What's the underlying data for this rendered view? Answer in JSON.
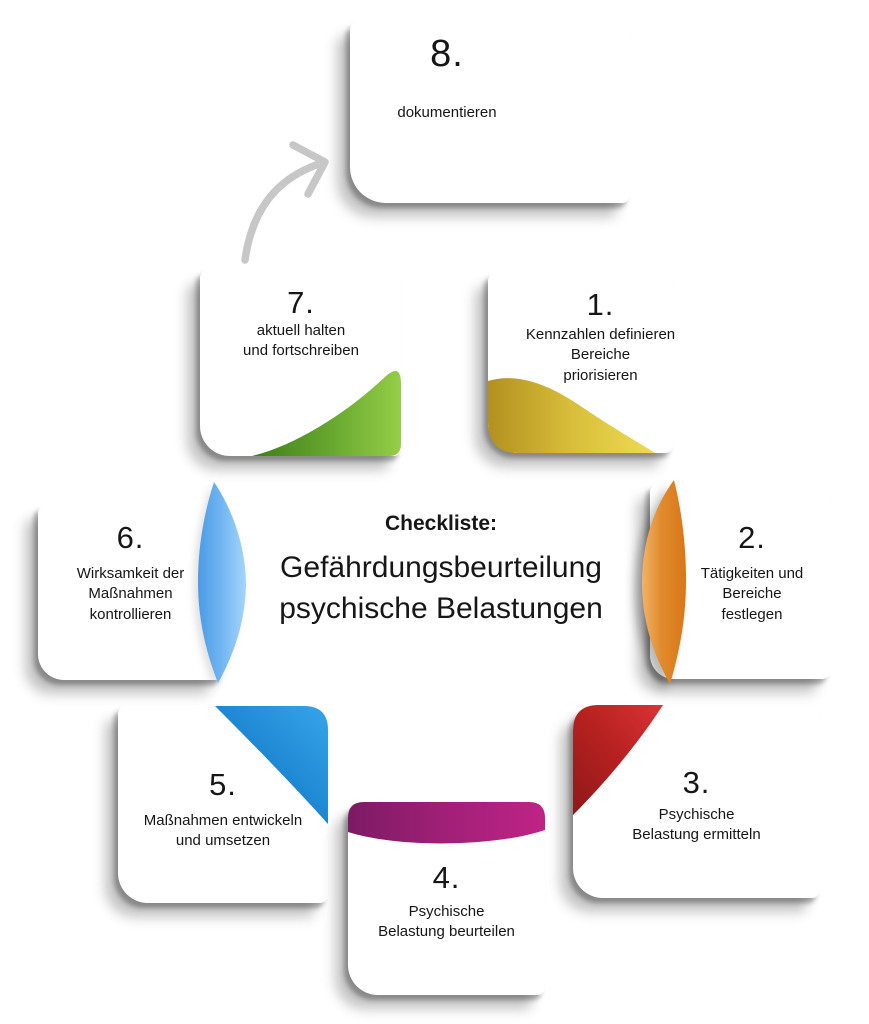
{
  "title": {
    "kicker": "Checkliste:",
    "line1": "Gefährdungsbeurteilung",
    "line2": "psychische Belastungen"
  },
  "arrow": {
    "color": "#C7C7C7"
  },
  "steps": {
    "s1": {
      "number": "1.",
      "lines": [
        "Kennzahlen definieren",
        "Bereiche",
        "priorisieren"
      ],
      "colors": [
        "#B3901F",
        "#D8BE3A",
        "#EEDB52"
      ]
    },
    "s2": {
      "number": "2.",
      "lines": [
        "Tätigkeiten und",
        "Bereiche",
        "festlegen"
      ],
      "colors": [
        "#F2B267",
        "#E08A2C",
        "#D97718"
      ]
    },
    "s3": {
      "number": "3.",
      "lines": [
        "Psychische",
        "Belastung ermitteln"
      ],
      "colors": [
        "#8F181B",
        "#B5211F",
        "#DC3237"
      ]
    },
    "s4": {
      "number": "4.",
      "lines": [
        "Psychische",
        "Belastung beurteilen"
      ],
      "colors": [
        "#7C1A64",
        "#A12077",
        "#C02387"
      ]
    },
    "s5": {
      "number": "5.",
      "lines": [
        "Maßnahmen entwickeln",
        "und umsetzen"
      ],
      "colors": [
        "#0E6CB5",
        "#1E87D2",
        "#37A5EA"
      ]
    },
    "s6": {
      "number": "6.",
      "lines": [
        "Wirksamkeit der",
        "Maßnahmen",
        "kontrollieren"
      ],
      "colors": [
        "#4C9BE6",
        "#72B6F1",
        "#A6D5FA"
      ]
    },
    "s7": {
      "number": "7.",
      "lines": [
        "aktuell halten",
        "und fortschreiben"
      ],
      "colors": [
        "#3F7D19",
        "#65A52E",
        "#95CE47"
      ]
    },
    "s8": {
      "number": "8.",
      "lines": [
        "dokumentieren"
      ]
    }
  }
}
